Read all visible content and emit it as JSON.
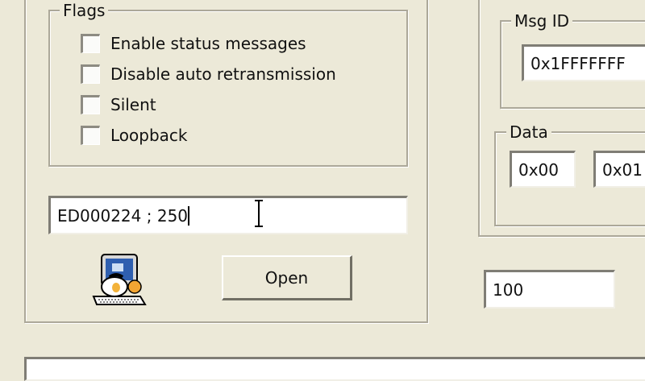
{
  "flags": {
    "title": "Flags",
    "items": [
      {
        "label": "Enable status messages",
        "checked": false
      },
      {
        "label": "Disable auto retransmission",
        "checked": false
      },
      {
        "label": "Silent",
        "checked": false
      },
      {
        "label": "Loopback",
        "checked": false
      }
    ]
  },
  "device_input": {
    "value": "ED000224 ; 250"
  },
  "open_button": {
    "label": "Open"
  },
  "app_icon": "computer-penguin-icon",
  "msg_id": {
    "title": "Msg ID",
    "value": "0x1FFFFFFF"
  },
  "data_group": {
    "title": "Data",
    "bytes": [
      "0x00",
      "0x01"
    ]
  },
  "period_input": {
    "value": "100"
  }
}
